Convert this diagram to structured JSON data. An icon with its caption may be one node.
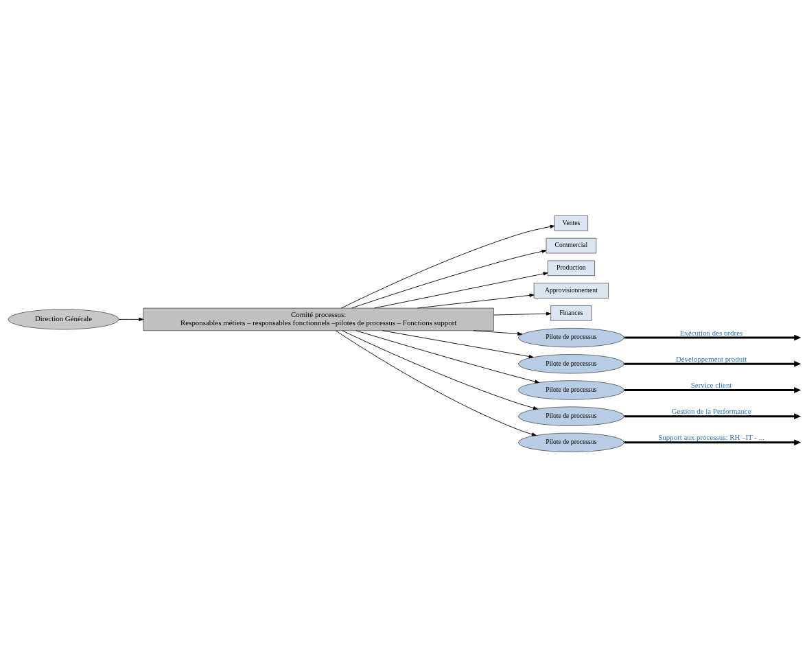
{
  "diagram": {
    "nodes": [
      {
        "text": [
          "Direction Générale"
        ]
      },
      {
        "text": [
          "Comité processus:",
          "Responsables métiers – responsables fonctionnels –pilotes de processus – Fonctions support"
        ]
      },
      {
        "text": [
          "Ventes"
        ]
      },
      {
        "text": [
          "Commercial"
        ]
      },
      {
        "text": [
          "Production"
        ]
      },
      {
        "text": [
          "Approvisionnement"
        ]
      },
      {
        "text": [
          "Finances"
        ]
      },
      {
        "text": [
          "Pilote de processus"
        ]
      },
      {
        "text": [
          "Pilote de processus"
        ]
      },
      {
        "text": [
          "Pilote de processus"
        ]
      },
      {
        "text": [
          "Pilote de processus"
        ]
      },
      {
        "text": [
          "Pilote de processus"
        ]
      }
    ],
    "edges": [
      {
        "from": 0,
        "to": 1,
        "arrow": "to"
      },
      {
        "from": 1,
        "to": 2,
        "arrow": "to"
      },
      {
        "from": 1,
        "to": 3,
        "arrow": "to"
      },
      {
        "from": 1,
        "to": 4,
        "arrow": "to"
      },
      {
        "from": 1,
        "to": 5,
        "arrow": "to"
      },
      {
        "from": 1,
        "to": 6,
        "arrow": "to"
      },
      {
        "from": 1,
        "to": 7,
        "arrow": "to"
      },
      {
        "from": 1,
        "to": 8,
        "arrow": "to"
      },
      {
        "from": 1,
        "to": 9,
        "arrow": "to"
      },
      {
        "from": 1,
        "to": 10,
        "arrow": "to"
      },
      {
        "from": 1,
        "to": 11,
        "arrow": "to"
      },
      {
        "from": 7,
        "to": null,
        "arrow": "to",
        "label": "Exécution des ordres",
        "style": "thick"
      },
      {
        "from": 8,
        "to": null,
        "arrow": "to",
        "label": "Développement produit",
        "style": "thick"
      },
      {
        "from": 9,
        "to": null,
        "arrow": "to",
        "label": "Service client",
        "style": "thick"
      },
      {
        "from": 10,
        "to": null,
        "arrow": "to",
        "label": "Gestion de la Performance",
        "style": "thick"
      },
      {
        "from": 11,
        "to": null,
        "arrow": "to",
        "label": "Support aux processus: RH –IT - ...",
        "style": "thick"
      }
    ]
  }
}
